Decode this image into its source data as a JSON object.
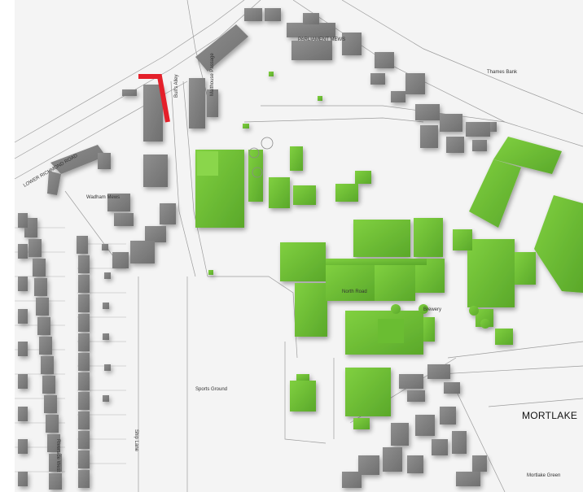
{
  "map": {
    "labels": {
      "main_area": "MORTLAKE",
      "sports_ground": "Sports Ground",
      "parliament_mews": "PARLIAMENT MEWS",
      "mortlake_green": "Mortlake Green",
      "thames_bank": "Thames Bank",
      "lower_richmond_road": "LOWER RICHMOND ROAD",
      "bulls_alley": "Bull's Alley",
      "malthouse_passage": "Malthouse Passage",
      "brewery": "Brewery",
      "wadham_mews": "Wadham Mews",
      "ship_lane": "Ship Lane",
      "riverside_west": "Riverside West",
      "north_road": "North Road"
    },
    "legend_colors": {
      "existing_buildings": "#8b8b8b",
      "proposed_buildings": "#76c637",
      "highlight_marker": "#e4202a",
      "background": "#f3f3f3"
    }
  }
}
